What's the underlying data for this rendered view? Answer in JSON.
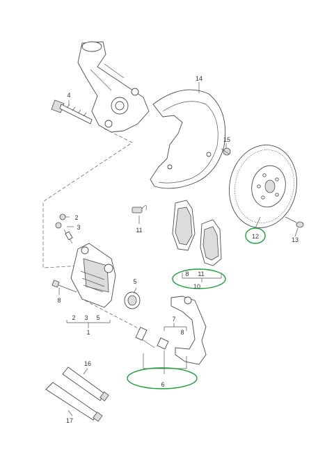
{
  "highlight_color": "#1e9e3c",
  "labels": {
    "p1": "1",
    "p2": "2",
    "p3": "3",
    "p4": "4",
    "p5": "5",
    "p6": "6",
    "p7": "7",
    "p8": "8",
    "p10": "10",
    "p11": "11",
    "p12": "12",
    "p13": "13",
    "p14": "14",
    "p15": "15",
    "p16": "16",
    "p17": "17",
    "g1": [
      "2",
      "3",
      "5"
    ],
    "g7": [
      "7",
      "8"
    ],
    "g10": [
      "8",
      "11"
    ]
  }
}
